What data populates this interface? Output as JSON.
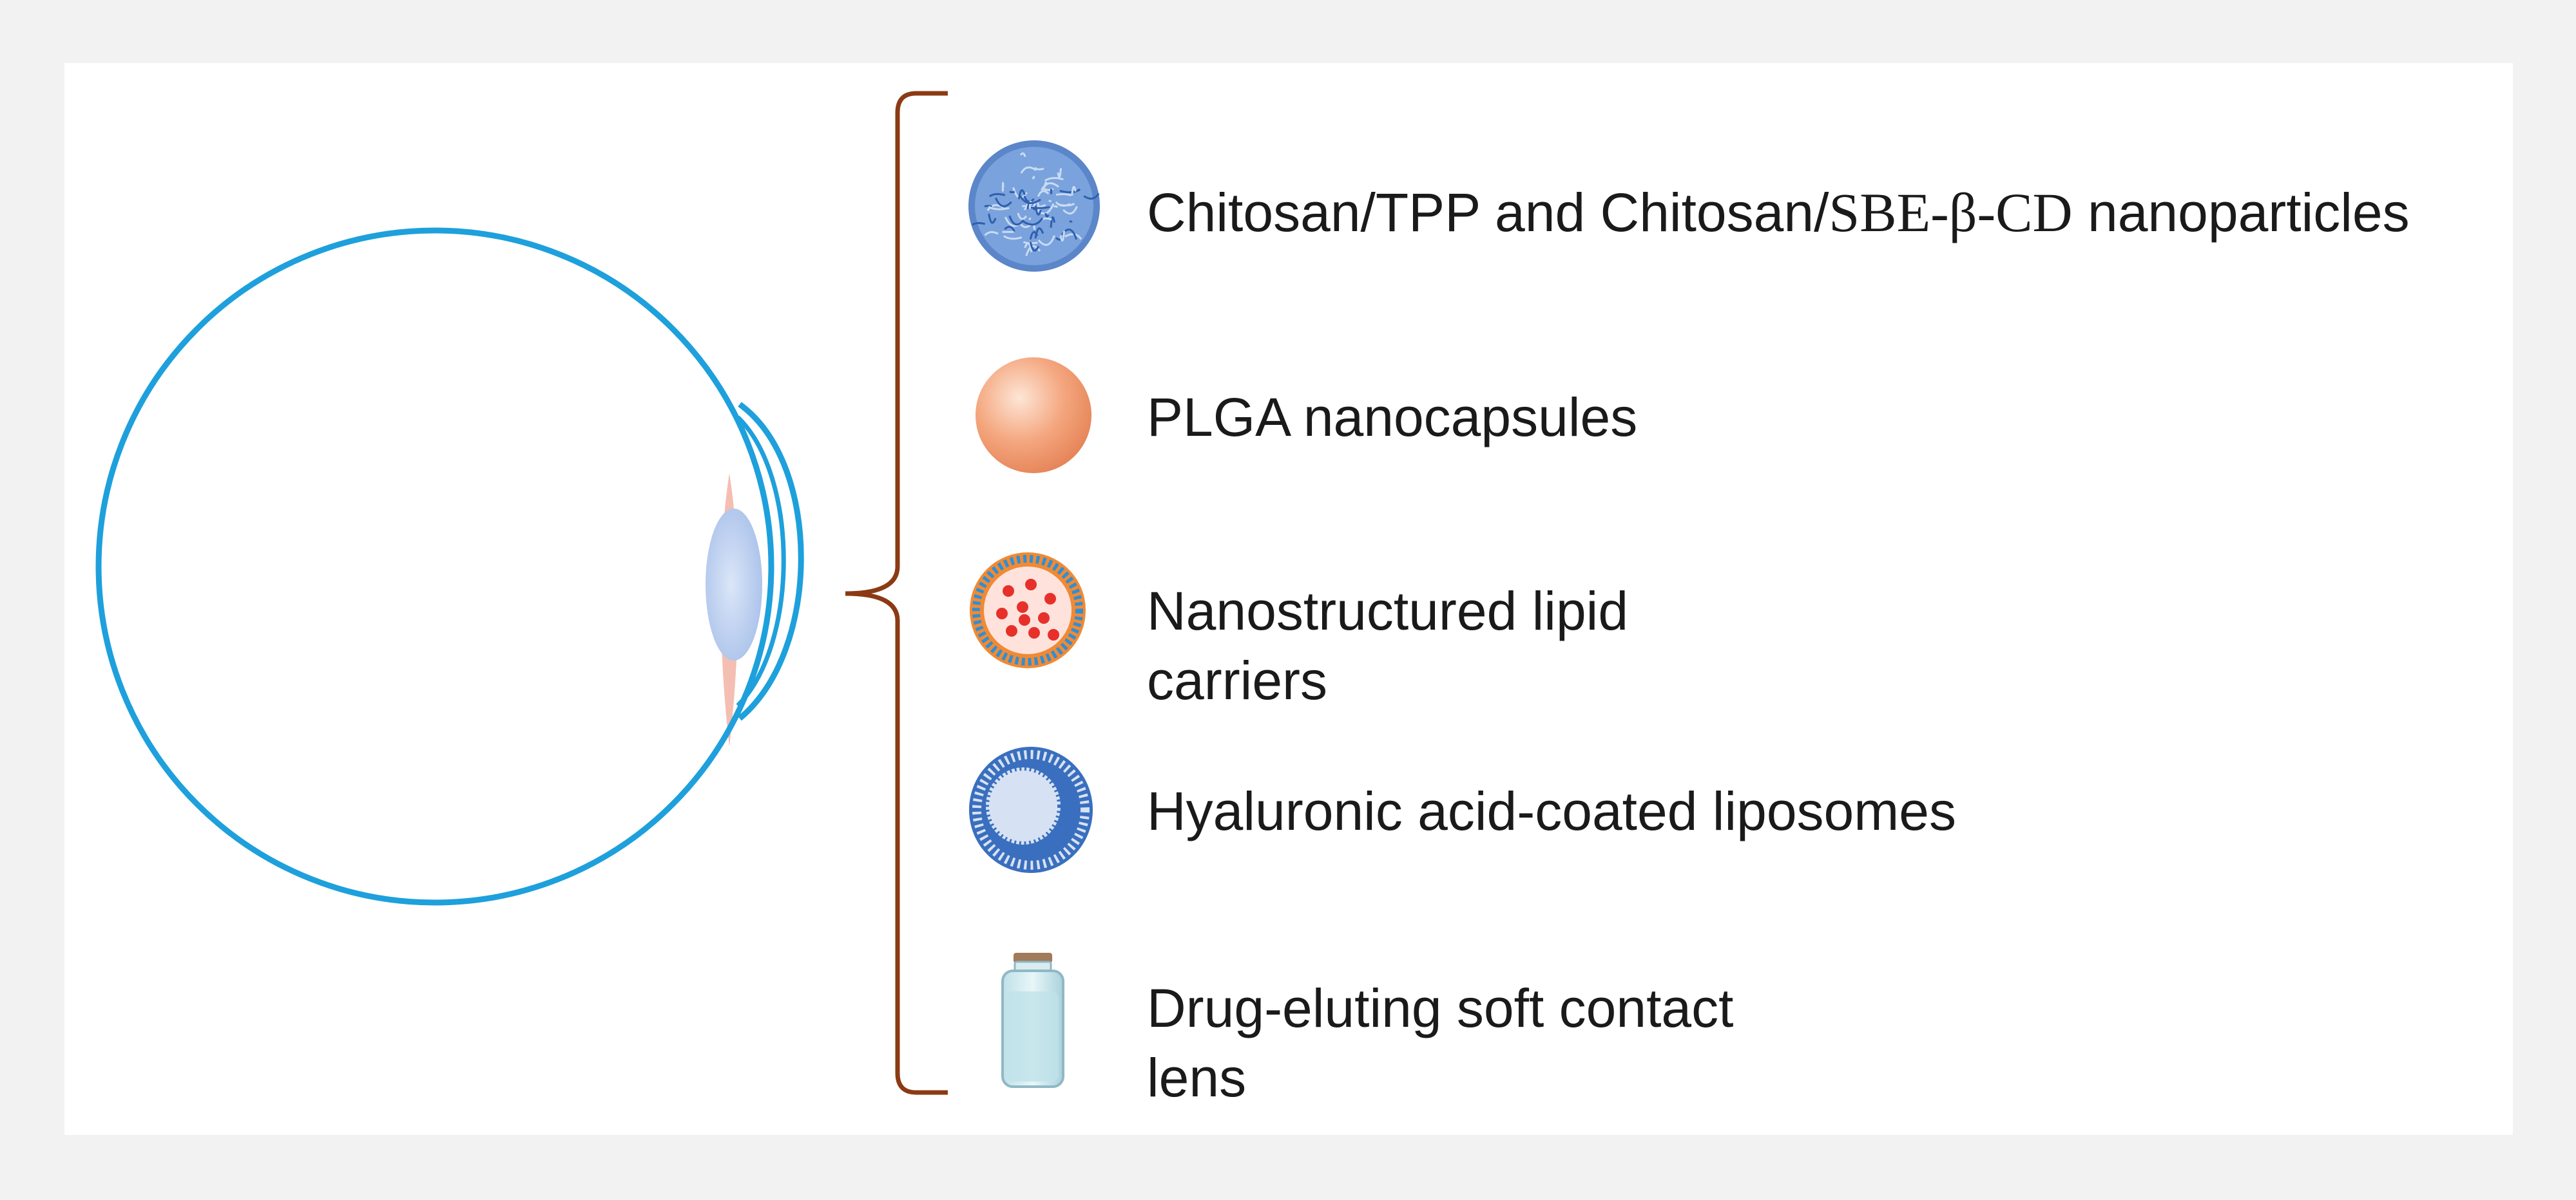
{
  "colors": {
    "background": "#f2f2f2",
    "panel": "#ffffff",
    "eye_outline": "#1ea0dc",
    "lens_fill": "#b8cdee",
    "lens_halo": "#f4b7aa",
    "bracket": "#8b3a14",
    "text": "#1a1a1a"
  },
  "items": [
    {
      "icon": "chitosan-nanoparticle-icon",
      "label_part1": "Chitosan/TPP and Chitosan/",
      "label_part2": "SBE-β-CD",
      "label_part3": " nanoparticles"
    },
    {
      "icon": "plga-nanocapsule-icon",
      "label": "PLGA nanocapsules"
    },
    {
      "icon": "lipid-carrier-icon",
      "label_line1": "Nanostructured lipid",
      "label_line2": "carriers"
    },
    {
      "icon": "liposome-icon",
      "label": "Hyaluronic acid-coated liposomes"
    },
    {
      "icon": "vial-icon",
      "label_line1": "Drug-eluting soft contact",
      "label_line2": "lens"
    }
  ]
}
